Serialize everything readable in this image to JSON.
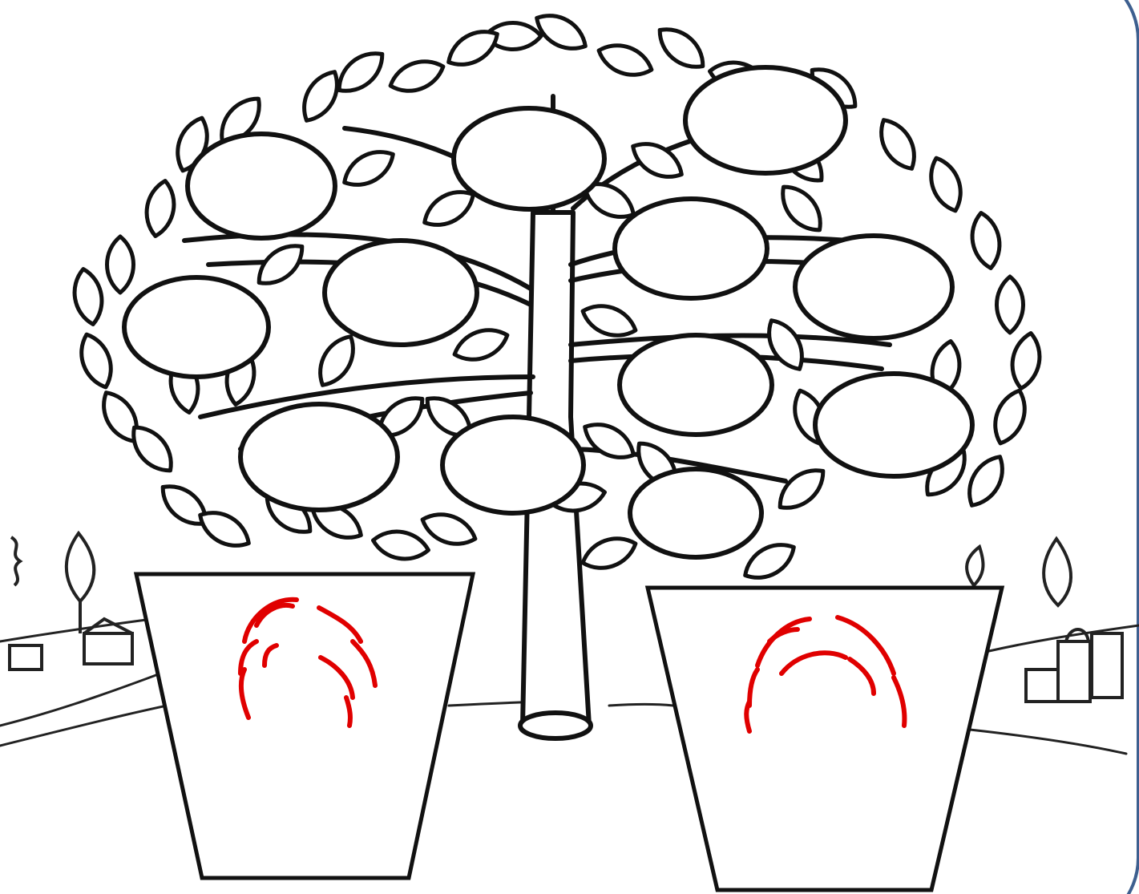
{
  "scene": {
    "subject": "coloring-page-tree-with-fruits-and-two-pots",
    "fruit_count": 12,
    "pot_count": 2,
    "colors": {
      "background": "#ffffff",
      "line": "#111111",
      "mark": "#e00000",
      "frame": "#3d5f8f"
    }
  }
}
